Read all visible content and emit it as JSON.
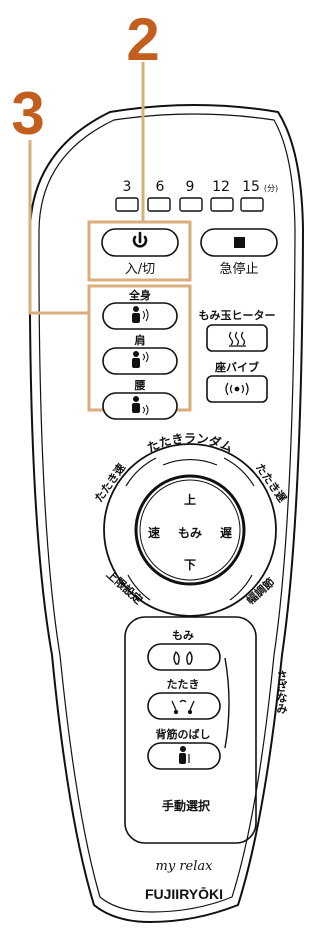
{
  "callouts": {
    "step_2": "2",
    "step_3": "3"
  },
  "timer": {
    "values": [
      "3",
      "6",
      "9",
      "12",
      "15"
    ],
    "unit": "(分)"
  },
  "buttons": {
    "power_label": "入/切",
    "stop_label": "急停止",
    "body_group": [
      "全身",
      "肩",
      "腰"
    ],
    "heater_label": "もみ玉ヒーター",
    "seat_vibe_label": "座バイブ"
  },
  "dial": {
    "ring": {
      "top": "たたきランダム",
      "top_left": "たたき速",
      "top_right": "たたき遅",
      "bottom_left": "上限設定",
      "bottom_right": "幅調節"
    },
    "up": "上",
    "down": "下",
    "left": "速",
    "center": "もみ",
    "right": "遅"
  },
  "manual": {
    "items": [
      "もみ",
      "たたき",
      "背筋のばし"
    ],
    "side_label": "さざなみ",
    "title": "手動選択"
  },
  "brand": {
    "script": "my relax",
    "logo": "FUJIIRYŌKI"
  },
  "colors": {
    "callout": "#c25f1c",
    "highlight": "#d9ad7c",
    "outline": "#111111"
  }
}
